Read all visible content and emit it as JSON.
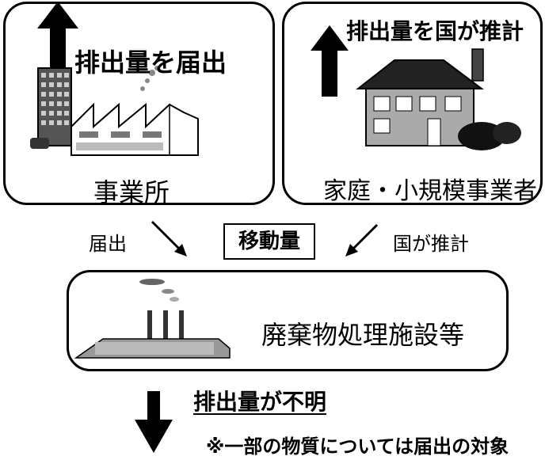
{
  "diagram": {
    "business_box": {
      "arrow_label": "排出量を届出",
      "title": "事業所"
    },
    "household_box": {
      "arrow_label": "排出量を国が推計",
      "title": "家庭・小規模事業者"
    },
    "flow": {
      "left_label": "届出",
      "center_label": "移動量",
      "right_label": "国が推計"
    },
    "waste_box": {
      "title": "廃棄物処理施設等"
    },
    "bottom": {
      "unknown_label": "排出量が不明",
      "footnote": "※一部の物質については届出の対象"
    }
  }
}
